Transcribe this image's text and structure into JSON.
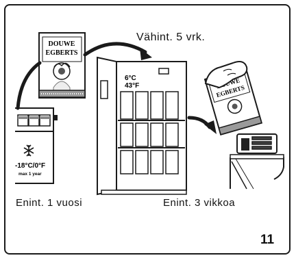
{
  "labels": {
    "min_duration": "Vähint. 5 vrk.",
    "max_freezer": "Enint. 1 vuosi",
    "max_storage": "Enint. 3 vikkoa"
  },
  "fridge": {
    "temp_c": "6°C",
    "temp_f": "43°F"
  },
  "freezer": {
    "temp": "-18°C/0°F",
    "max_note": "max 1 year"
  },
  "brand": {
    "line1": "DOUWE",
    "line2": "EGBERTS"
  },
  "page_number": "11",
  "colors": {
    "ink": "#111111",
    "line": "#1a1a1a",
    "background": "#ffffff"
  },
  "icons": [
    "snowflake-icon",
    "hand-icon",
    "arrow-icon"
  ]
}
